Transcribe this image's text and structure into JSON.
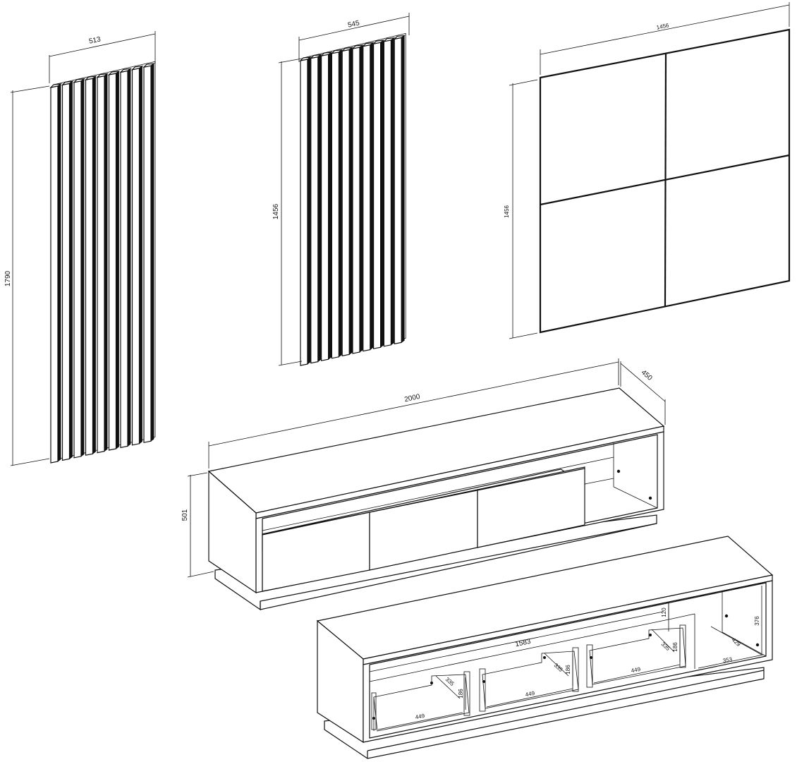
{
  "panel_slatted_tall": {
    "width_label": "513",
    "height_label": "1790"
  },
  "panel_slatted_short": {
    "width_label": "545",
    "height_label": "1456"
  },
  "panel_square": {
    "width_label": "1456",
    "height_label": "1456"
  },
  "tv_cabinet": {
    "length_label": "2000",
    "depth_label": "450",
    "height_label": "501"
  },
  "cabinet_interior": {
    "inner_width_label": "1583",
    "shelf_gap_label": "120",
    "drawer_width_label": "449",
    "drawer_depth_label": "335",
    "drawer_height_label": "186",
    "open_depth_label": "429",
    "open_width_label": "353",
    "open_height_label": "376"
  }
}
